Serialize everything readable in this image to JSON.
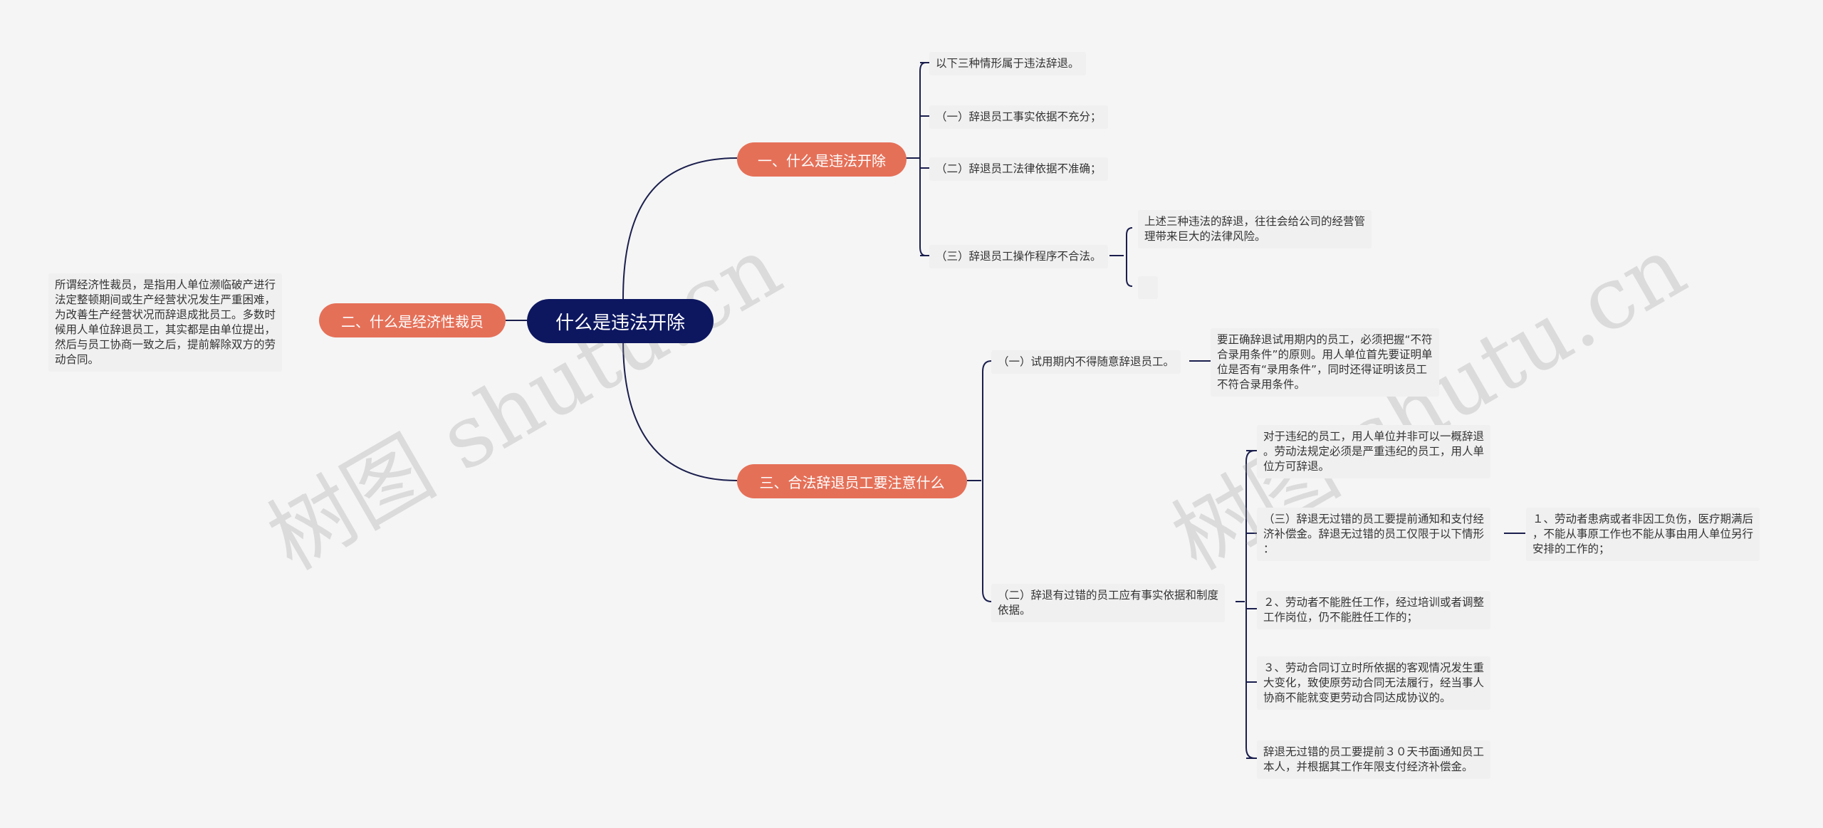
{
  "root": {
    "label": "什么是违法开除"
  },
  "branches": {
    "b1": {
      "label": "一、什么是违法开除"
    },
    "b2": {
      "label": "二、什么是经济性裁员"
    },
    "b3": {
      "label": "三、合法辞退员工要注意什么"
    }
  },
  "leaves": {
    "b1_intro": "以下三种情形属于违法辞退。",
    "b1_one": "（一）辞退员工事实依据不充分；",
    "b1_two": "（二）辞退员工法律依据不准确；",
    "b1_three": "（三）辞退员工操作程序不合法。",
    "b1_three_note": "上述三种违法的辞退，往往会给公司的经营管\n理带来巨大的法律风险。",
    "b1_three_empty": "",
    "b2_desc": "所谓经济性裁员，是指用人单位濒临破产进行\n法定整顿期间或生产经营状况发生严重困难，\n为改善生产经营状况而辞退成批员工。多数时\n候用人单位辞退员工，其实都是由单位提出，\n然后与员工协商一致之后，提前解除双方的劳\n动合同。",
    "b3_trial": "（一）试用期内不得随意辞退员工。",
    "b3_trial_note": "要正确辞退试用期内的员工，必须把握“不符\n合录用条件”的原则。用人单位首先要证明单\n位是否有“录用条件”，同时还得证明该员工\n不符合录用条件。",
    "b3_fault": "（二）辞退有过错的员工应有事实依据和制度\n依据。",
    "b3_fault_1": "对于违纪的员工，用人单位并非可以一概辞退\n。劳动法规定必须是严重违纪的员工，用人单\n位方可辞退。",
    "b3_fault_2": "（三）辞退无过错的员工要提前通知和支付经\n济补偿金。辞退无过错的员工仅限于以下情形\n：",
    "b3_fault_2_a": "１、劳动者患病或者非因工负伤，医疗期满后\n，不能从事原工作也不能从事由用人单位另行\n安排的工作的；",
    "b3_fault_3": "２、劳动者不能胜任工作，经过培训或者调整\n工作岗位，仍不能胜任工作的；",
    "b3_fault_4": "３、劳动合同订立时所依据的客观情况发生重\n大变化，致使原劳动合同无法履行，经当事人\n协商不能就变更劳动合同达成协议的。",
    "b3_fault_5": "辞退无过错的员工要提前３０天书面通知员工\n本人，并根据其工作年限支付经济补偿金。"
  },
  "watermark": {
    "left": "树图 shutu.cn",
    "right": "树图 shutu.cn"
  },
  "colors": {
    "root": "#0d1760",
    "branch": "#e57058",
    "line": "#1b1f4d",
    "leaf_bg": "#f0f0f0",
    "background": "#f5f5f5"
  }
}
